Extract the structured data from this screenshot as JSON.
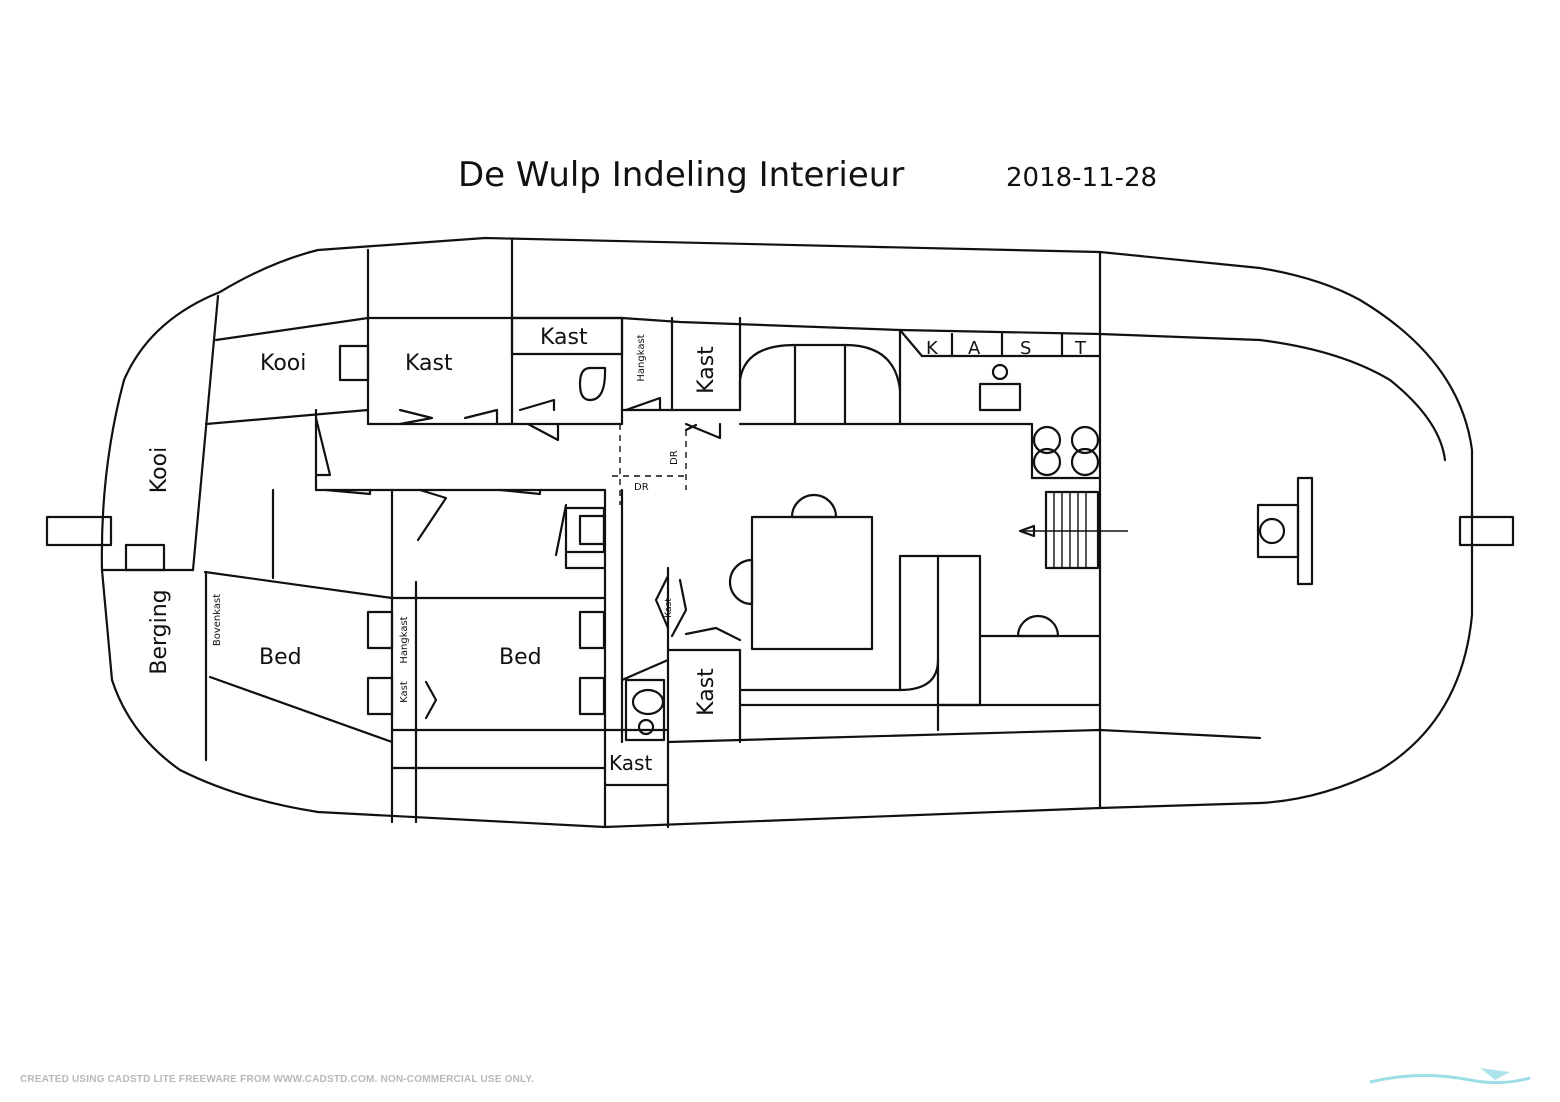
{
  "title": "De Wulp Indeling Interieur",
  "date": "2018-11-28",
  "labels": {
    "kooi_top": "Kooi",
    "kooi_left": "Kooi",
    "kast_fwd": "Kast",
    "kast_top": "Kast",
    "hangkast_top": "Hangkast",
    "kast_vertical_top": "Kast",
    "kast_k": "K",
    "kast_a": "A",
    "kast_s": "S",
    "kast_t": "T",
    "berging": "Berging",
    "bovenkast": "Bovenkast",
    "bed_left": "Bed",
    "hangkast_mid": "Hangkast",
    "kast_small": "Kast",
    "bed_mid": "Bed",
    "kast_mid_small": "Kast",
    "kast_vertical_bottom": "Kast",
    "kast_bottom": "Kast",
    "dr1": "DR",
    "dr2": "DR"
  },
  "footer": "CREATED USING CADSTD LITE FREEWARE FROM WWW.CADSTD.COM. NON-COMMERCIAL USE ONLY.",
  "colors": {
    "line": "#111111",
    "footer": "#b8b8b8",
    "watermark": "#5bc8d6"
  }
}
